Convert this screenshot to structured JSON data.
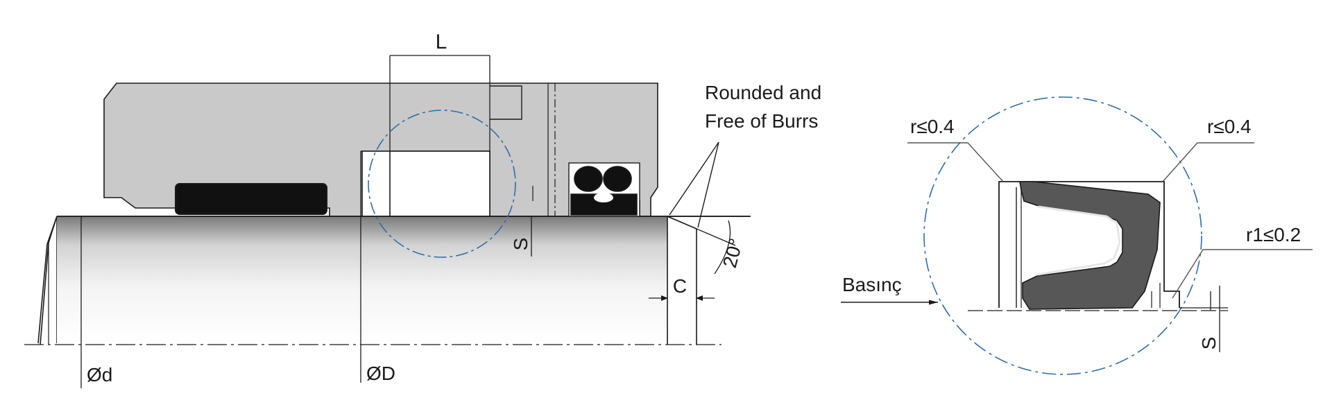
{
  "labels": {
    "groove_length": "L",
    "edge_note_line1": "Rounded and",
    "edge_note_line2": "Free of Burrs",
    "section_height_left": "S",
    "chamfer_angle": "20°",
    "chamfer_length": "C",
    "rod_diameter": "Ød",
    "groove_diameter": "ØD",
    "radius_left": "r≤0.4",
    "radius_right": "r≤0.4",
    "radius_bottom": "r1≤0.2",
    "pressure": "Basınç",
    "section_height_right": "S"
  },
  "colors": {
    "housing": "#c9c9c9",
    "seal_dark": "#575757",
    "seal_black": "#111111",
    "outline": "#1a1a1a",
    "detail_circle": "#2f6da8"
  }
}
